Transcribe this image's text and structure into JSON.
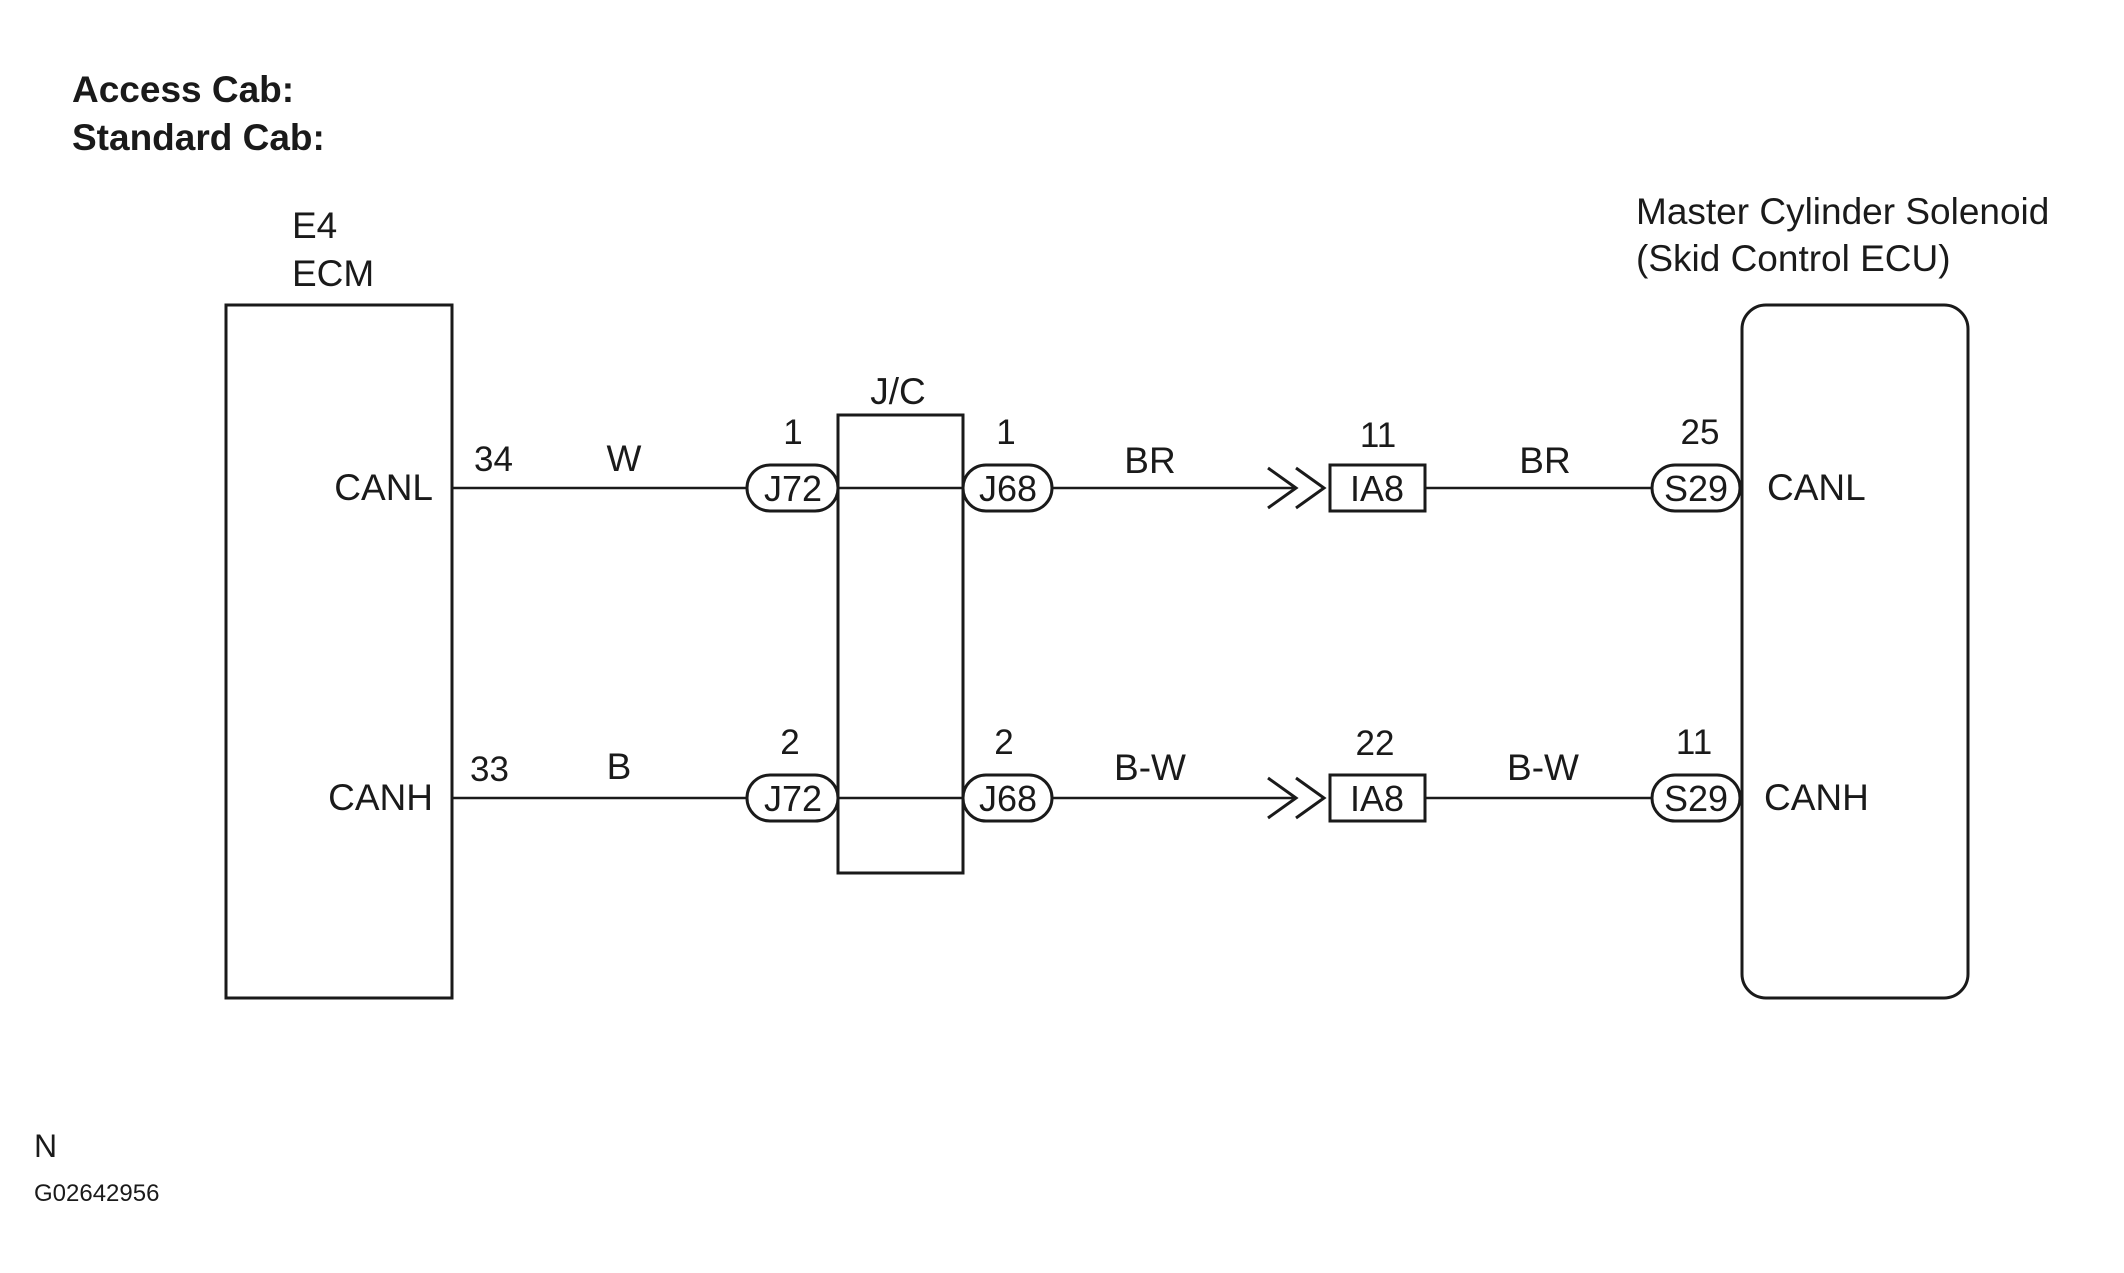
{
  "header": {
    "line1": "Access Cab:",
    "line2": "Standard Cab:"
  },
  "ecm": {
    "code": "E4",
    "name": "ECM",
    "pin_canl_label": "CANL",
    "pin_canh_label": "CANH"
  },
  "jc": {
    "label": "J/C"
  },
  "ecu": {
    "name_line1": "Master Cylinder Solenoid",
    "name_line2": "(Skid Control ECU)",
    "pin_canl_label": "CANL",
    "pin_canh_label": "CANH"
  },
  "wires": {
    "canl": {
      "ecm_pin": "34",
      "color1": "W",
      "j72_pin": "1",
      "j72": "J72",
      "j68_pin": "1",
      "j68": "J68",
      "color2": "BR",
      "ia8_pin": "11",
      "ia8": "IA8",
      "color3": "BR",
      "s29_pin": "25",
      "s29": "S29"
    },
    "canh": {
      "ecm_pin": "33",
      "color1": "B",
      "j72_pin": "2",
      "j72": "J72",
      "j68_pin": "2",
      "j68": "J68",
      "color2": "B-W",
      "ia8_pin": "22",
      "ia8": "IA8",
      "color3": "B-W",
      "s29_pin": "11",
      "s29": "S29"
    }
  },
  "footer": {
    "n": "N",
    "figure_id": "G02642956"
  }
}
